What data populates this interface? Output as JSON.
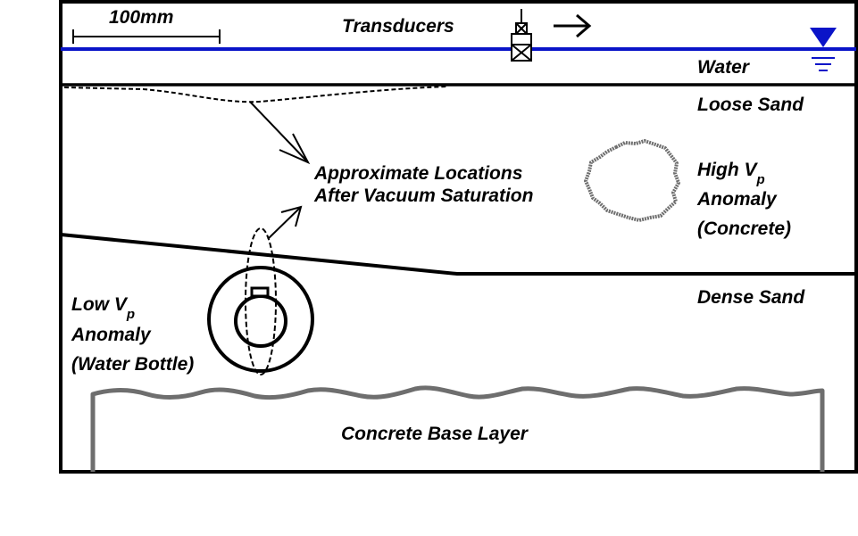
{
  "labels": {
    "scale_bar": "100mm",
    "transducers": "Transducers",
    "water": "Water",
    "loose_sand": "Loose Sand",
    "dense_sand": "Dense Sand",
    "approx_line1": "Approximate Locations",
    "approx_line2": "After Vacuum Saturation",
    "high_vp_prefix": "High V",
    "high_vp_sub": "p",
    "high_anomaly": "Anomaly",
    "high_material": "(Concrete)",
    "low_vp_prefix": "Low V",
    "low_vp_sub": "p",
    "low_anomaly": "Anomaly",
    "low_material": "(Water Bottle)",
    "concrete_base": "Concrete Base Layer"
  },
  "colors": {
    "water_line": "#0a14c8",
    "water_symbol": "#0a14c8",
    "concrete_outline": "#6e6e6e",
    "boundary": "#000000"
  }
}
